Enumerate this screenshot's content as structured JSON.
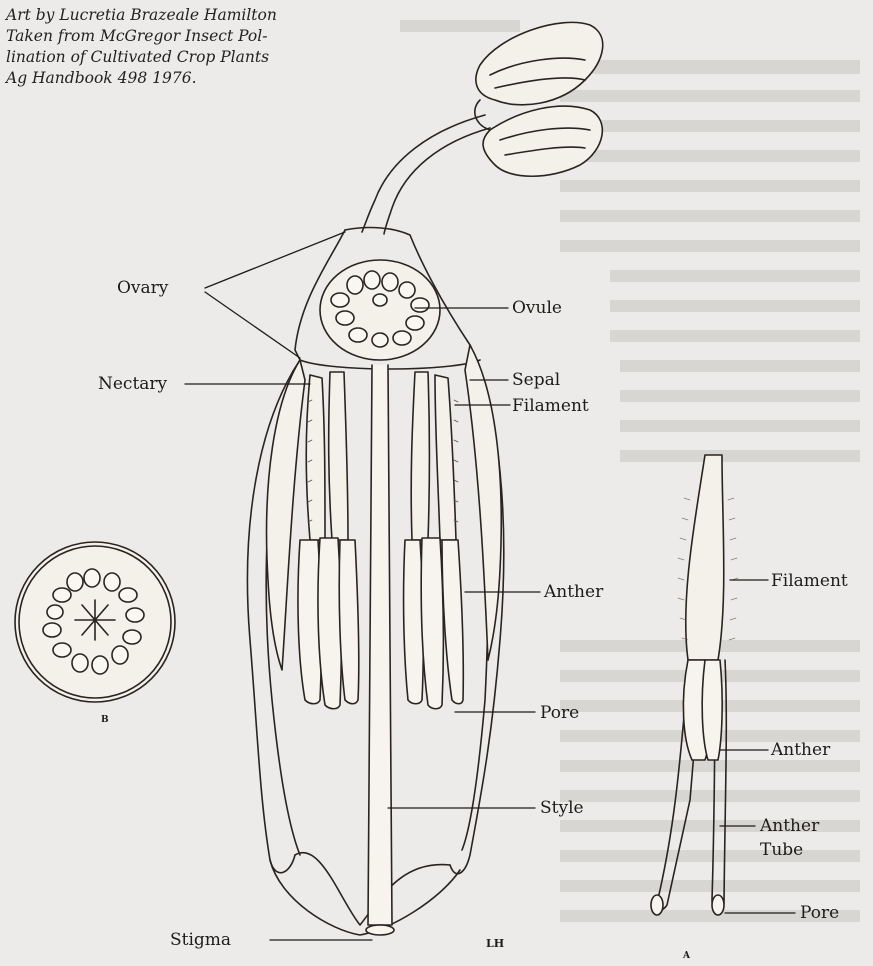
{
  "credit": {
    "line1": "Art by Lucretia Brazeale Hamilton",
    "line2": "Taken from McGregor Insect Pol-",
    "line3": "lination of Cultivated Crop Plants",
    "line4": "Ag Handbook 498 1976."
  },
  "labels": {
    "ovary": "Ovary",
    "ovule": "Ovule",
    "nectary": "Nectary",
    "sepal": "Sepal",
    "filament_main": "Filament",
    "anther_main": "Anther",
    "pore_main": "Pore",
    "style": "Style",
    "stigma": "Stigma",
    "filament_a": "Filament",
    "anther_a": "Anther",
    "anther_tube_line1": "Anther",
    "anther_tube_line2": "Tube",
    "pore_a": "Pore",
    "figure_b": "B",
    "figure_a": "A",
    "artist_mark": "LH"
  },
  "colors": {
    "background": "#ecebea",
    "ink": "#2a2420",
    "fill": "#f4f1ea"
  }
}
